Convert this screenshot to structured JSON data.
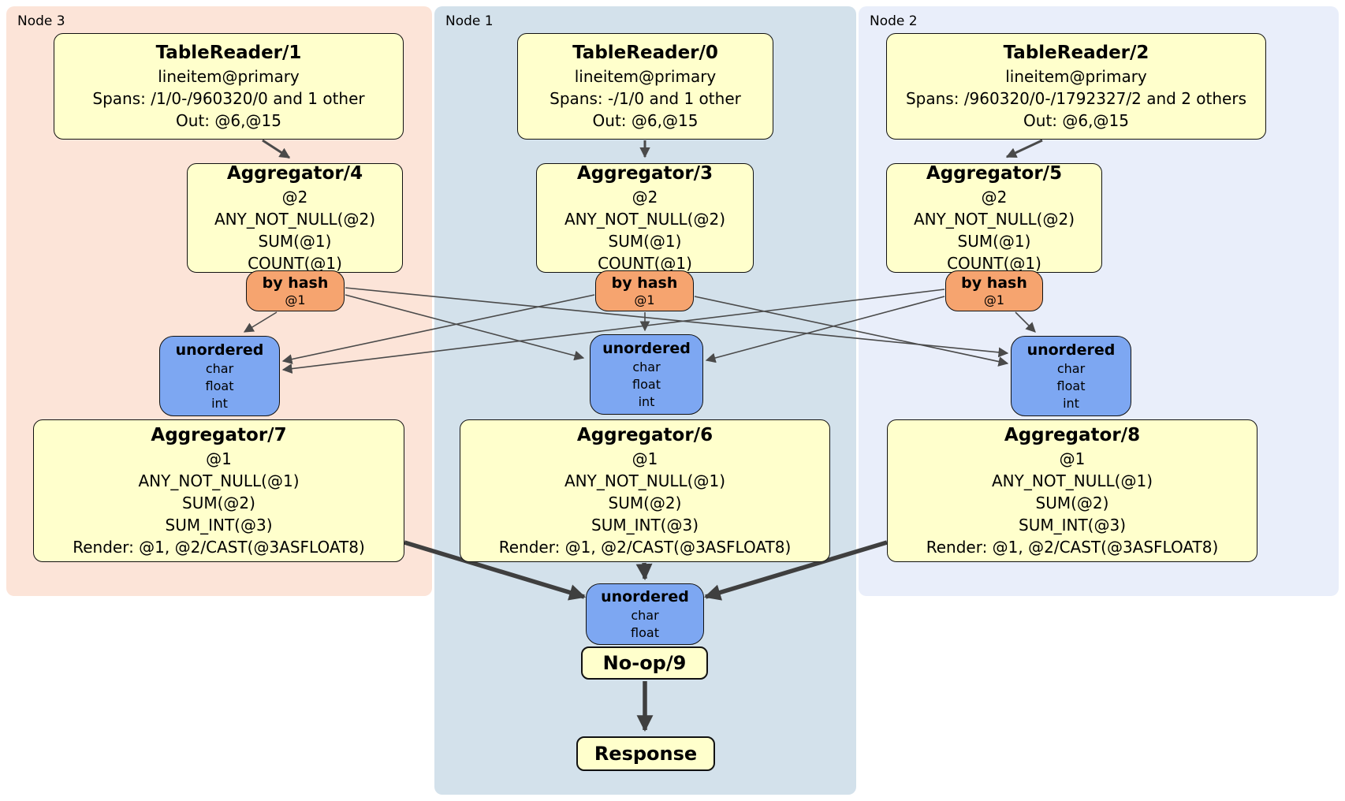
{
  "regions": {
    "node3": {
      "label": "Node 3"
    },
    "node1": {
      "label": "Node 1"
    },
    "node2": {
      "label": "Node 2"
    }
  },
  "processors": {
    "tr1": {
      "title": "TableReader/1",
      "rows": [
        "lineitem@primary",
        "Spans: /1/0-/960320/0 and 1 other",
        "Out: @6,@15"
      ]
    },
    "tr0": {
      "title": "TableReader/0",
      "rows": [
        "lineitem@primary",
        "Spans: -/1/0 and 1 other",
        "Out: @6,@15"
      ]
    },
    "tr2": {
      "title": "TableReader/2",
      "rows": [
        "lineitem@primary",
        "Spans: /960320/0-/1792327/2 and 2 others",
        "Out: @6,@15"
      ]
    },
    "agg4": {
      "title": "Aggregator/4",
      "rows": [
        "@2",
        "ANY_NOT_NULL(@2)",
        "SUM(@1)",
        "COUNT(@1)"
      ]
    },
    "agg3": {
      "title": "Aggregator/3",
      "rows": [
        "@2",
        "ANY_NOT_NULL(@2)",
        "SUM(@1)",
        "COUNT(@1)"
      ]
    },
    "agg5": {
      "title": "Aggregator/5",
      "rows": [
        "@2",
        "ANY_NOT_NULL(@2)",
        "SUM(@1)",
        "COUNT(@1)"
      ]
    },
    "agg7": {
      "title": "Aggregator/7",
      "rows": [
        "@1",
        "ANY_NOT_NULL(@1)",
        "SUM(@2)",
        "SUM_INT(@3)",
        "Render: @1, @2/CAST(@3ASFLOAT8)"
      ]
    },
    "agg6": {
      "title": "Aggregator/6",
      "rows": [
        "@1",
        "ANY_NOT_NULL(@1)",
        "SUM(@2)",
        "SUM_INT(@3)",
        "Render: @1, @2/CAST(@3ASFLOAT8)"
      ]
    },
    "agg8": {
      "title": "Aggregator/8",
      "rows": [
        "@1",
        "ANY_NOT_NULL(@1)",
        "SUM(@2)",
        "SUM_INT(@3)",
        "Render: @1, @2/CAST(@3ASFLOAT8)"
      ]
    },
    "noop": {
      "title": "No-op/9"
    },
    "response": {
      "title": "Response"
    }
  },
  "routers": {
    "r3": {
      "title": "by hash",
      "detail": "@1"
    },
    "r1": {
      "title": "by hash",
      "detail": "@1"
    },
    "r2": {
      "title": "by hash",
      "detail": "@1"
    }
  },
  "syncs": {
    "s3": {
      "title": "unordered",
      "rows": [
        "char",
        "float",
        "int"
      ]
    },
    "s1": {
      "title": "unordered",
      "rows": [
        "char",
        "float",
        "int"
      ]
    },
    "s2": {
      "title": "unordered",
      "rows": [
        "char",
        "float",
        "int"
      ]
    },
    "final": {
      "title": "unordered",
      "rows": [
        "char",
        "float"
      ]
    }
  },
  "colors": {
    "processor_fill": "#ffffcc",
    "router_fill": "#f6a46f",
    "sync_fill": "#7da7f2",
    "node3_bg": "#fce4d8",
    "node1_bg": "#d3e1eb",
    "node2_bg": "#e9eefa",
    "edge": "#4a4a4a",
    "box_border": "#111111"
  }
}
